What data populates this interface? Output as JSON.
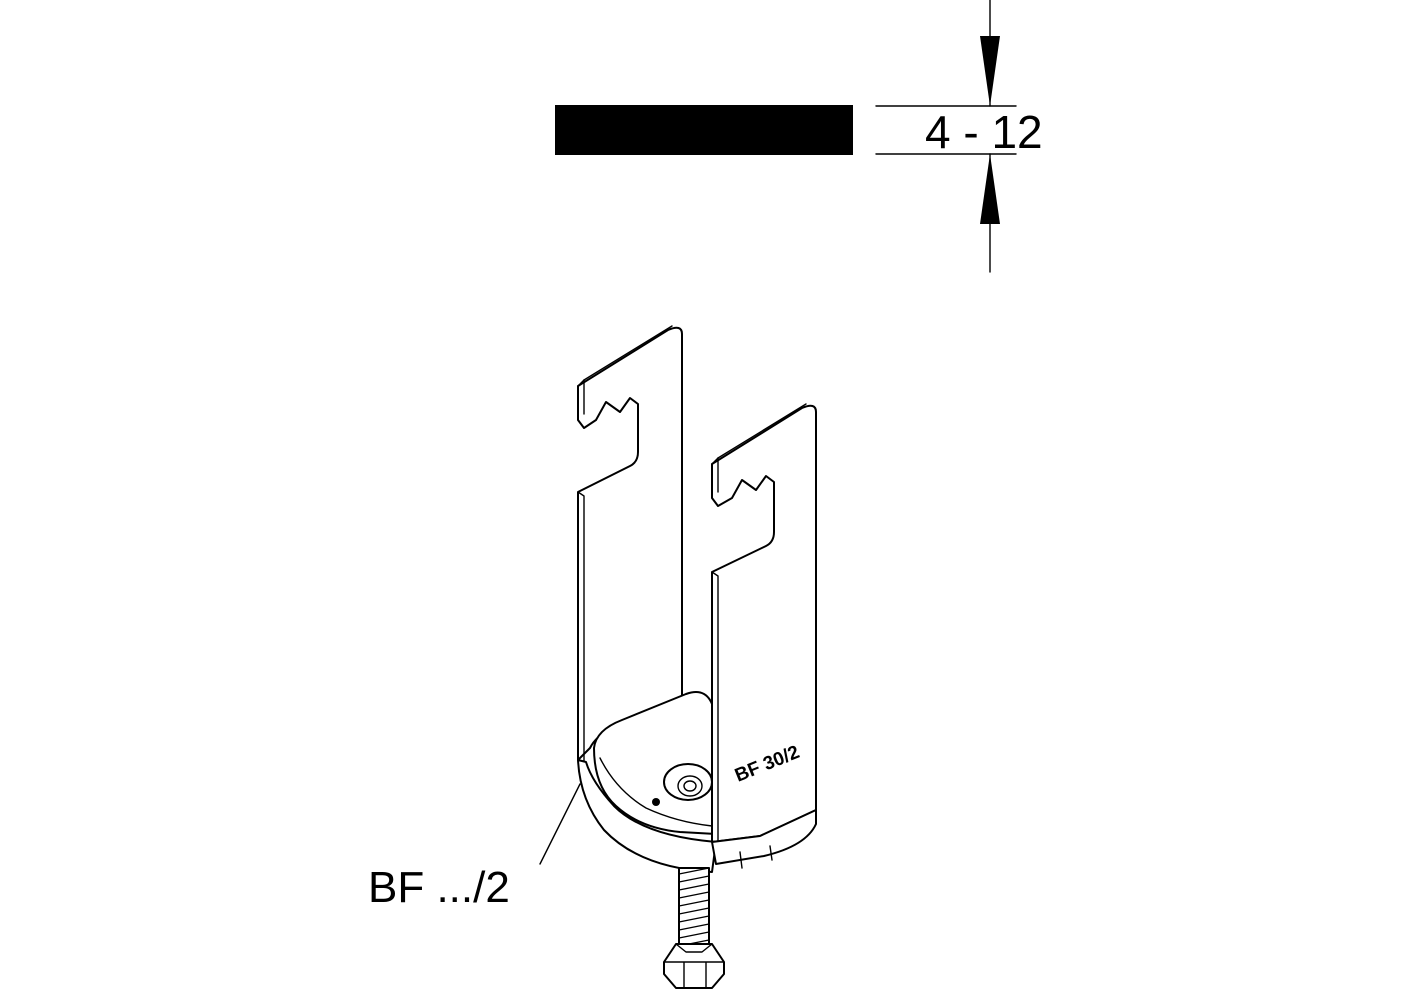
{
  "dimension": {
    "label": "4 - 12"
  },
  "product": {
    "callout_label": "BF .../2",
    "stamp": "BF 30/2"
  },
  "colors": {
    "ink": "#000000",
    "background": "#ffffff"
  }
}
